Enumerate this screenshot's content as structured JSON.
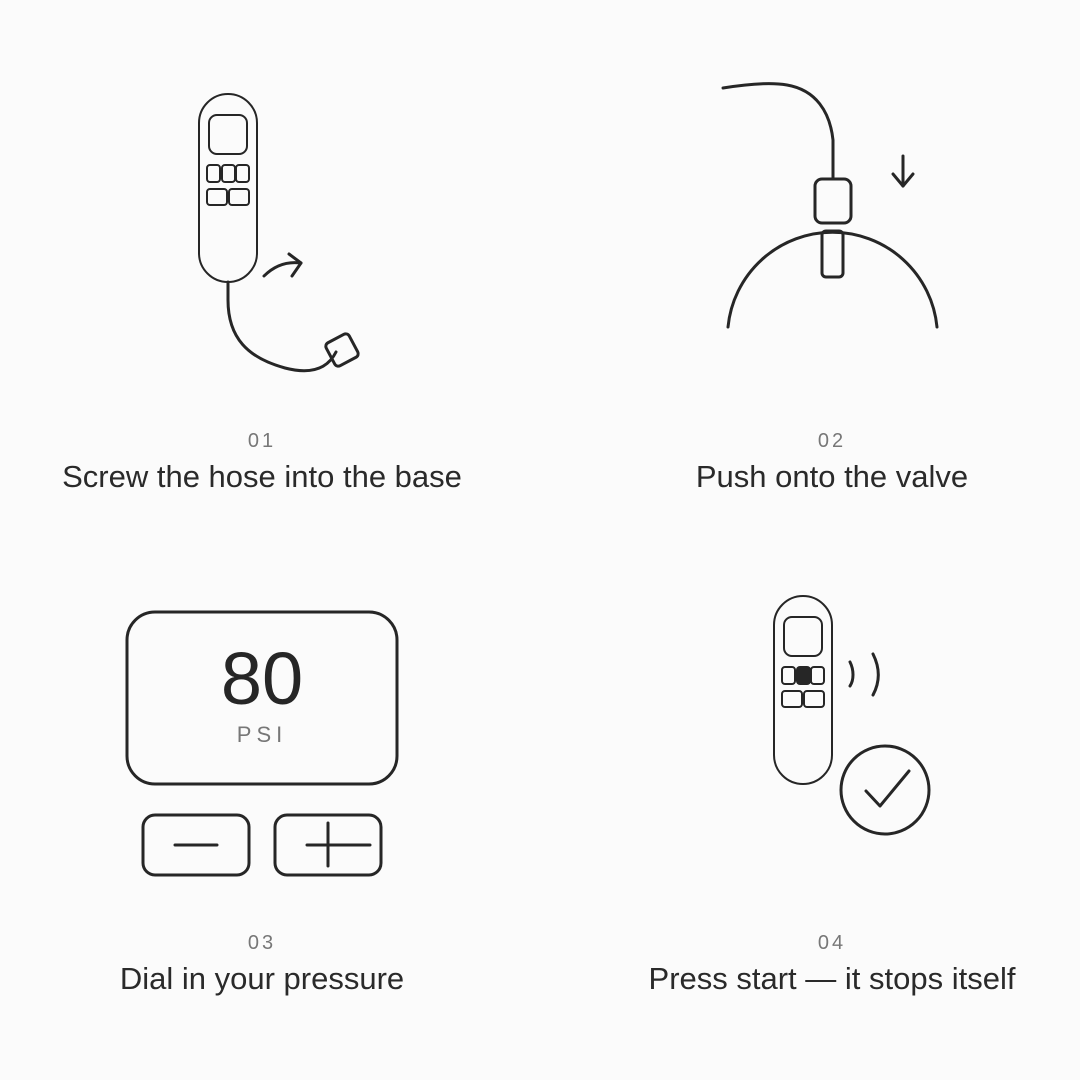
{
  "steps": [
    {
      "number": "01",
      "label": "Screw the hose into the base"
    },
    {
      "number": "02",
      "label": "Push onto the valve"
    },
    {
      "number": "03",
      "label": "Dial in your pressure"
    },
    {
      "number": "04",
      "label": "Press start — it stops itself"
    }
  ],
  "display": {
    "value": "80",
    "unit": "PSI"
  },
  "icons": [
    "pump-icon",
    "curved-arrow-icon",
    "hose-connector-icon",
    "valve-icon",
    "down-arrow-icon",
    "minus-icon",
    "plus-icon",
    "sound-waves-icon",
    "checkmark-icon"
  ],
  "colors": {
    "ink": "#262626",
    "muted": "#777777",
    "background": "#fbfbfb"
  }
}
